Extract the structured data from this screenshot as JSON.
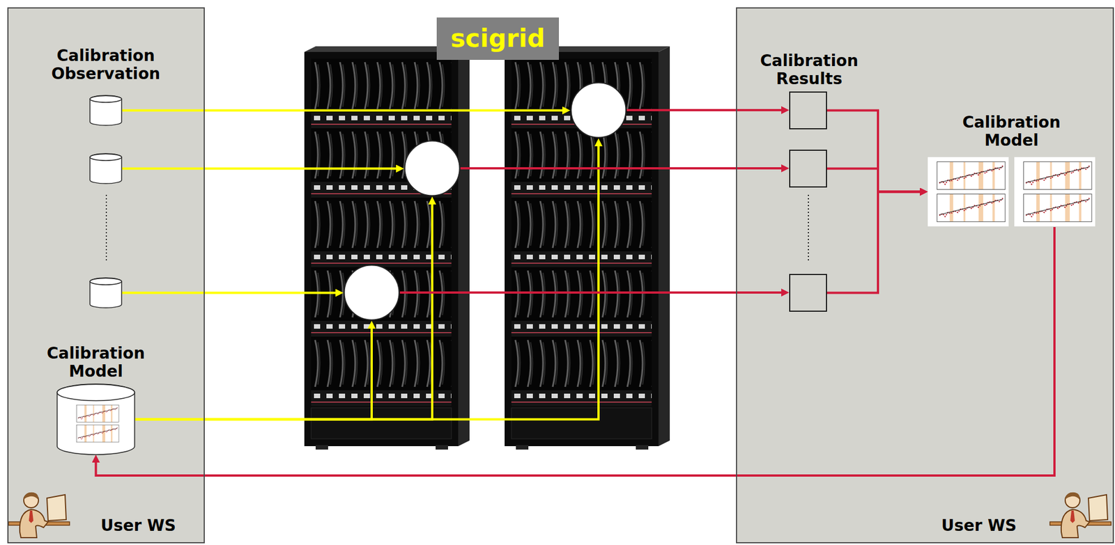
{
  "diagram": {
    "nodes": [
      {
        "text": [
          "User WS"
        ]
      },
      {
        "text": [
          "Calibration Observation"
        ],
        "in": 0
      },
      {
        "text": [],
        "in": 0
      },
      {
        "text": [],
        "in": 0
      },
      {
        "text": [
          "Calibration Model"
        ],
        "in": 0
      },
      {
        "text": [
          "scigrid"
        ]
      },
      {
        "text": []
      },
      {
        "text": []
      },
      {
        "text": []
      },
      {
        "text": [
          "User WS"
        ]
      },
      {
        "text": [
          "Calibration Results"
        ],
        "in": 9
      },
      {
        "text": [],
        "in": 9
      },
      {
        "text": [],
        "in": 9
      },
      {
        "text": [
          "Calibration Model"
        ],
        "in": 9
      }
    ],
    "edges": [
      {
        "from": 1,
        "to": 6,
        "arrow": "to"
      },
      {
        "from": 2,
        "to": 7,
        "arrow": "to"
      },
      {
        "from": 3,
        "to": 8,
        "arrow": "to"
      },
      {
        "from": 4,
        "to": 6,
        "arrow": "to"
      },
      {
        "from": 4,
        "to": 7,
        "arrow": "to"
      },
      {
        "from": 4,
        "to": 8,
        "arrow": "to"
      },
      {
        "from": 6,
        "to": 10,
        "arrow": "to"
      },
      {
        "from": 7,
        "to": 11,
        "arrow": "to"
      },
      {
        "from": 8,
        "to": 12,
        "arrow": "to"
      },
      {
        "from": 10,
        "to": 13,
        "arrow": "to"
      },
      {
        "from": 11,
        "to": 13,
        "arrow": "to"
      },
      {
        "from": 12,
        "to": 13,
        "arrow": "to"
      },
      {
        "from": 13,
        "to": 4,
        "arrow": "to"
      }
    ]
  }
}
